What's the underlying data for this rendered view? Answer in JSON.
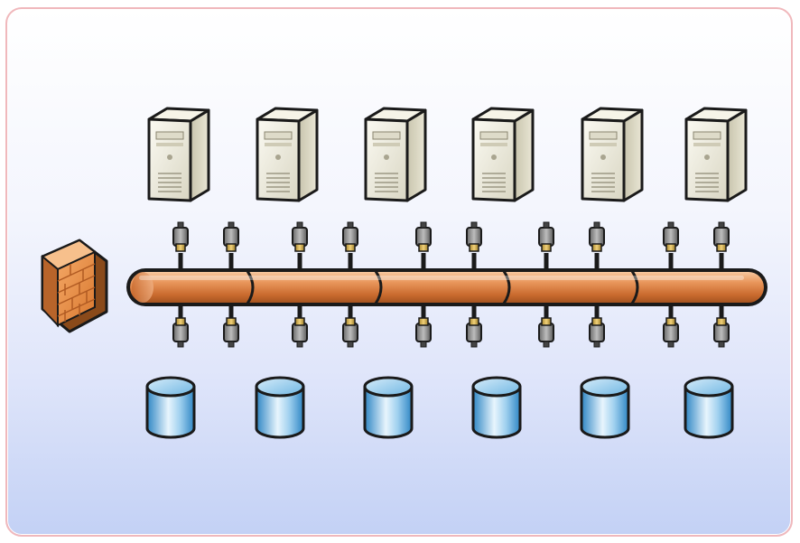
{
  "diagram": {
    "server_count": 6,
    "storage_count": 6,
    "bus_segment_count": 5,
    "connectors_above_bus": 10,
    "connectors_below_bus": 10,
    "icons": {
      "firewall": "firewall-brick-icon",
      "server": "server-tower-icon",
      "storage": "database-cylinder-icon",
      "connector": "network-plug-icon",
      "bus": "network-bus-pipe"
    },
    "colors": {
      "bus_orange": "#e08a48",
      "bus_outline": "#1a1a1a",
      "server_body": "#e9e6d6",
      "storage_blue": "#5aa6d8",
      "firewall_brick": "#e9904a",
      "frame_border": "#f0b8bc",
      "background_bottom": "#c3d1f5"
    }
  }
}
